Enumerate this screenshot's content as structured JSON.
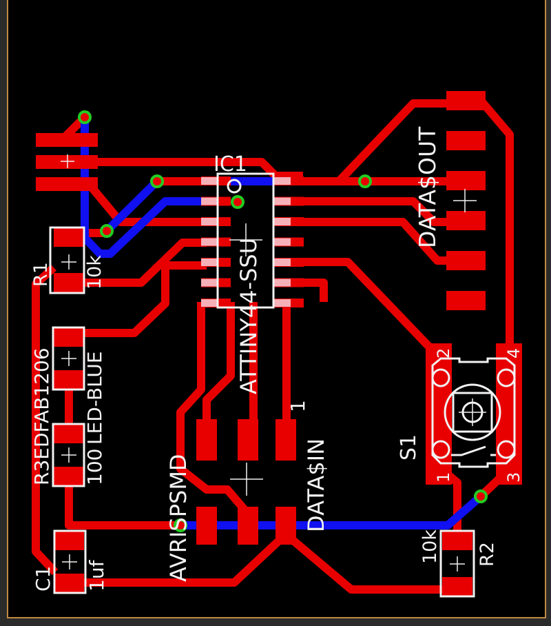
{
  "colors": {
    "top_copper": "#e80000",
    "bottom_copper": "#1010f0",
    "silkscreen": "#f2f2f2",
    "via": "#22cc22",
    "frame": "#c08a40",
    "board": "#000000"
  },
  "components": {
    "ic1": {
      "name": "IC1",
      "value": "ATTINY44-SSU"
    },
    "jp_out": {
      "value": "DATA$OUT"
    },
    "r1": {
      "name": "R1",
      "value": "10k"
    },
    "led": {
      "name": "R3EDFAB1206",
      "value": "LED-BLUE"
    },
    "r3": {
      "value": "100"
    },
    "c1": {
      "name": "C1",
      "value": "1uf"
    },
    "isp": {
      "name": "AVRISPSMD",
      "value": "DATA$IN",
      "pin1": "1"
    },
    "s1": {
      "name": "S1",
      "pins": [
        "1",
        "2",
        "3",
        "4"
      ]
    },
    "r2": {
      "name": "R2",
      "value": "10k"
    }
  }
}
